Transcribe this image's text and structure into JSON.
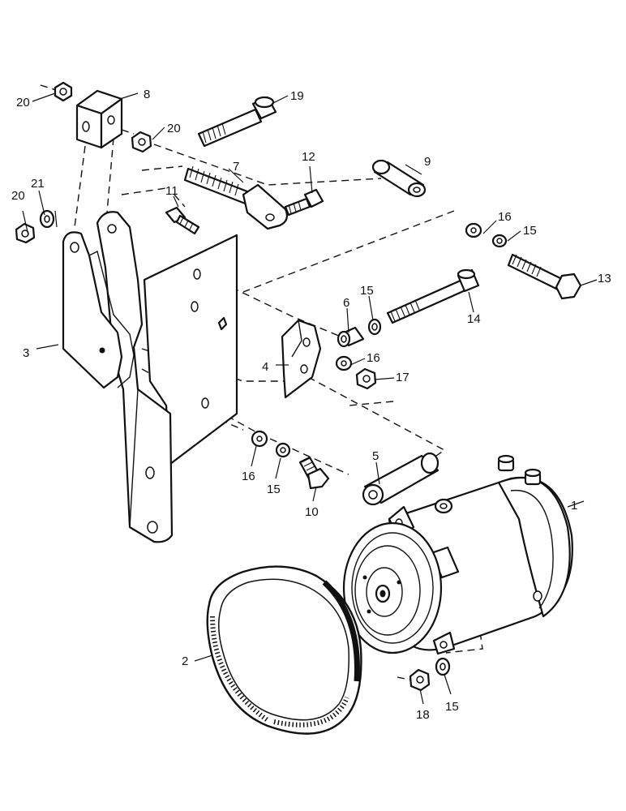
{
  "diagram": {
    "type": "exploded parts view",
    "callouts": {
      "c1": "1",
      "c2": "2",
      "c3": "3",
      "c4": "4",
      "c5": "5",
      "c6": "6",
      "c7": "7",
      "c8": "8",
      "c9": "9",
      "c10": "10",
      "c11": "11",
      "c12": "12",
      "c13": "13",
      "c14": "14",
      "c15a": "15",
      "c15b": "15",
      "c15c": "15",
      "c15d": "15",
      "c16a": "16",
      "c16b": "16",
      "c16c": "16",
      "c17": "17",
      "c18": "18",
      "c19": "19",
      "c20a": "20",
      "c20b": "20",
      "c20c": "20",
      "c21": "21"
    }
  }
}
